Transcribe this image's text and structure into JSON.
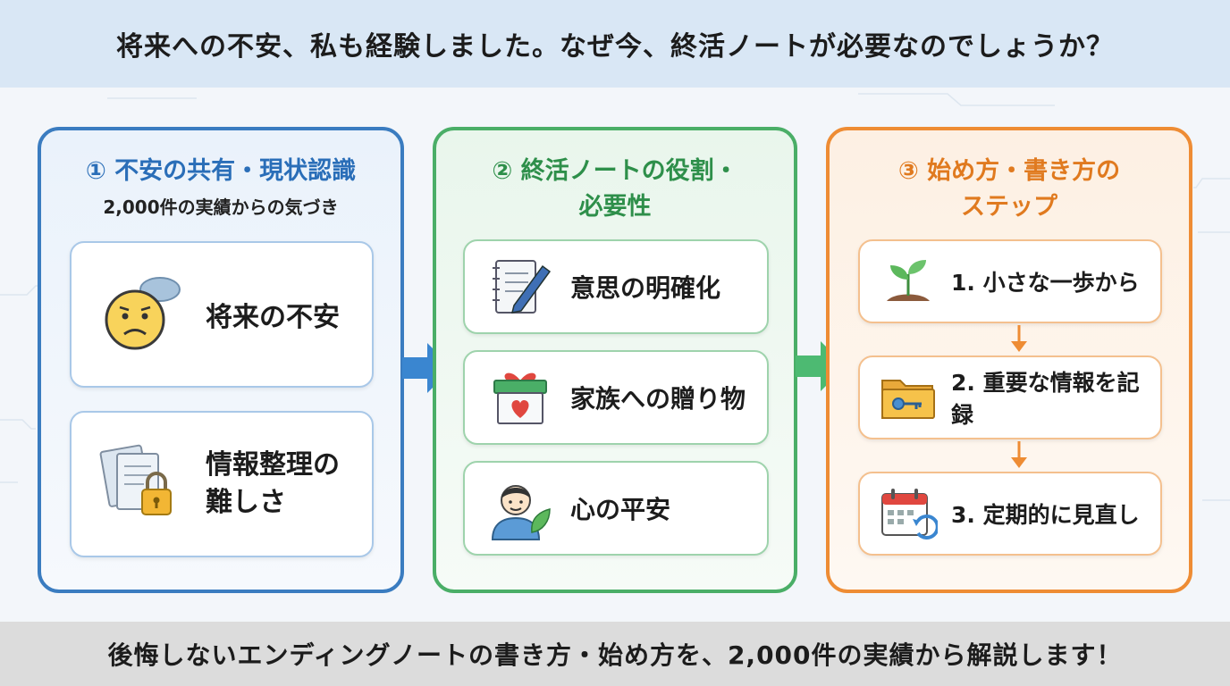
{
  "header": {
    "title": "将来への不安、私も経験しました。なぜ今、終活ノートが必要なのでしょうか？"
  },
  "columns": [
    {
      "title": "① 不安の共有・現状認識",
      "subtitle": "2,000件の実績からの気づき",
      "cards": [
        {
          "label": "将来の不安",
          "icon": "worried-face-cloud-icon"
        },
        {
          "label": "情報整理の\n難しさ",
          "icon": "documents-lock-icon"
        }
      ]
    },
    {
      "title": "② 終活ノートの役割・\n必要性",
      "cards": [
        {
          "label": "意思の明確化",
          "icon": "notebook-pen-icon"
        },
        {
          "label": "家族への贈り物",
          "icon": "gift-heart-icon"
        },
        {
          "label": "心の平安",
          "icon": "person-leaf-icon"
        }
      ]
    },
    {
      "title": "③ 始め方・書き方の\nステップ",
      "cards": [
        {
          "label": "1. 小さな一歩から",
          "icon": "sprout-icon"
        },
        {
          "label": "2. 重要な情報を記録",
          "icon": "folder-key-icon"
        },
        {
          "label": "3. 定期的に見直し",
          "icon": "calendar-refresh-icon"
        }
      ]
    }
  ],
  "footer": {
    "text": "後悔しないエンディングノートの書き方・始め方を、2,000件の実績から解説します！"
  },
  "colors": {
    "blue": "#3a7cc0",
    "green": "#4aae67",
    "orange": "#ee8c34"
  }
}
